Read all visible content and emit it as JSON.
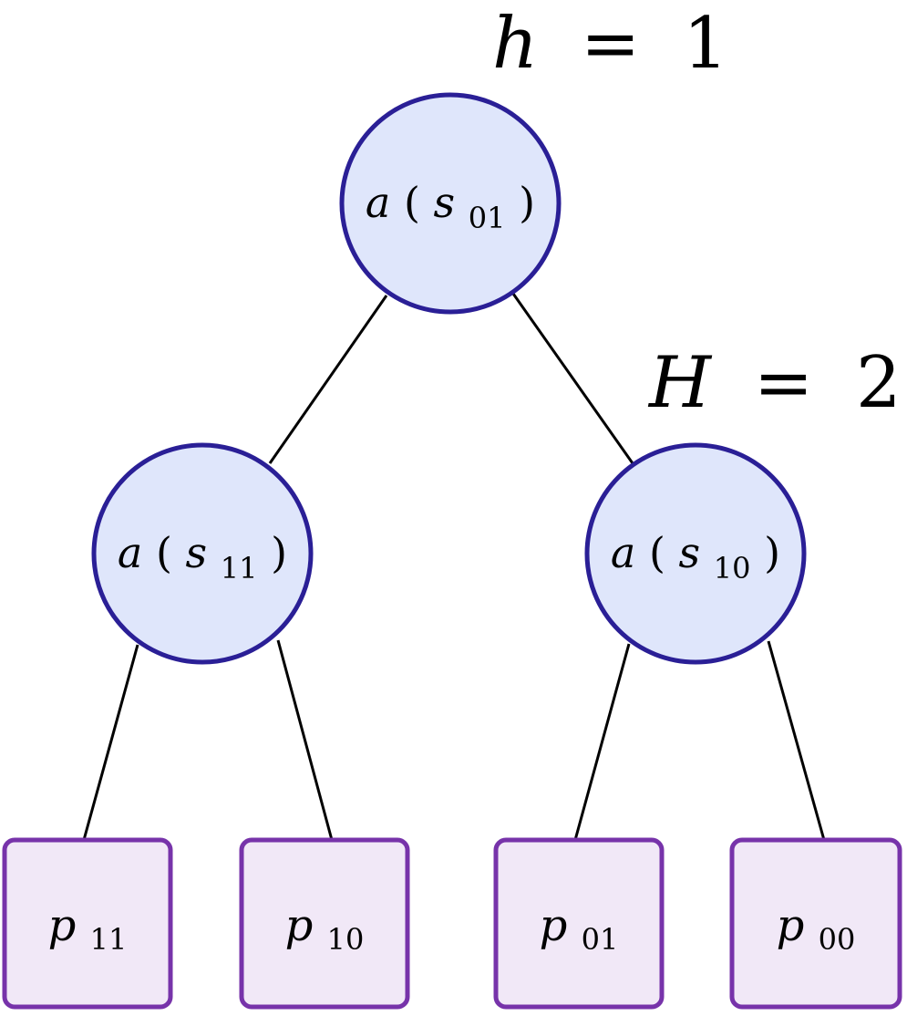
{
  "labels": {
    "depth_h": {
      "var": "h",
      "eq": "=",
      "num": "1"
    },
    "depth_H": {
      "var": "H",
      "eq": "=",
      "num": "2"
    }
  },
  "nodes": {
    "root": {
      "fn": "a",
      "var": "s",
      "sub": "01"
    },
    "left": {
      "fn": "a",
      "var": "s",
      "sub": "11"
    },
    "right": {
      "fn": "a",
      "var": "s",
      "sub": "10"
    }
  },
  "leaves": [
    {
      "var": "p",
      "sub": "11"
    },
    {
      "var": "p",
      "sub": "10"
    },
    {
      "var": "p",
      "sub": "01"
    },
    {
      "var": "p",
      "sub": "00"
    }
  ],
  "colors": {
    "circle_fill": "#dfe6fb",
    "circle_stroke": "#2a1f96",
    "leaf_fill": "#f1e8f7",
    "leaf_stroke": "#7733aa",
    "edge": "#000000"
  }
}
